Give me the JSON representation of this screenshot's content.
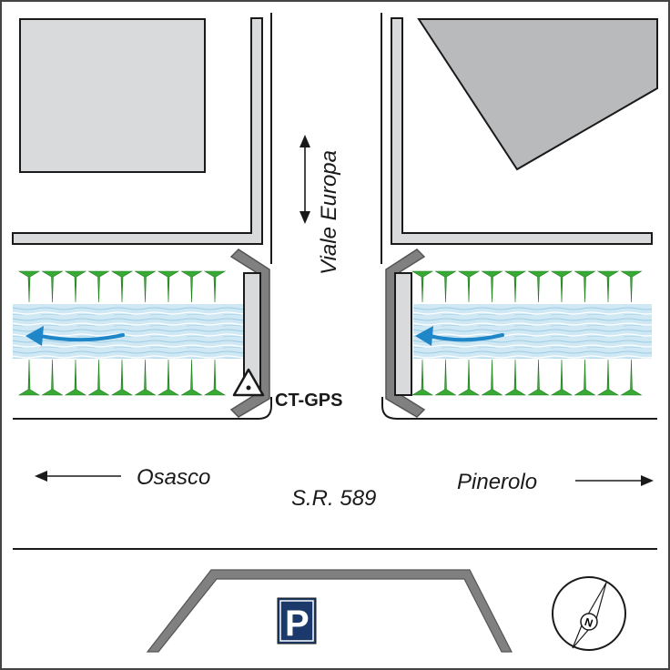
{
  "labels": {
    "north_street": "Viale Europa",
    "west_direction": "Osasco",
    "east_direction": "Pinerolo",
    "main_road": "S.R. 589",
    "station": "CT-GPS"
  },
  "parking": {
    "symbol": "P"
  },
  "compass": {
    "symbol": "N"
  },
  "colors": {
    "building": "#d8dadc",
    "building_dark": "#b9babb",
    "wall": "#808080",
    "water": "#bfe0ef",
    "water_flow_arrow": "#1f86c8",
    "vegetation": "#39a935",
    "parking_bg": "#1b3a6b",
    "outline": "#1a1a1a"
  },
  "icons": {
    "parking": "parking-sign-icon",
    "compass": "compass-icon",
    "station": "gps-station-triangle-icon"
  }
}
